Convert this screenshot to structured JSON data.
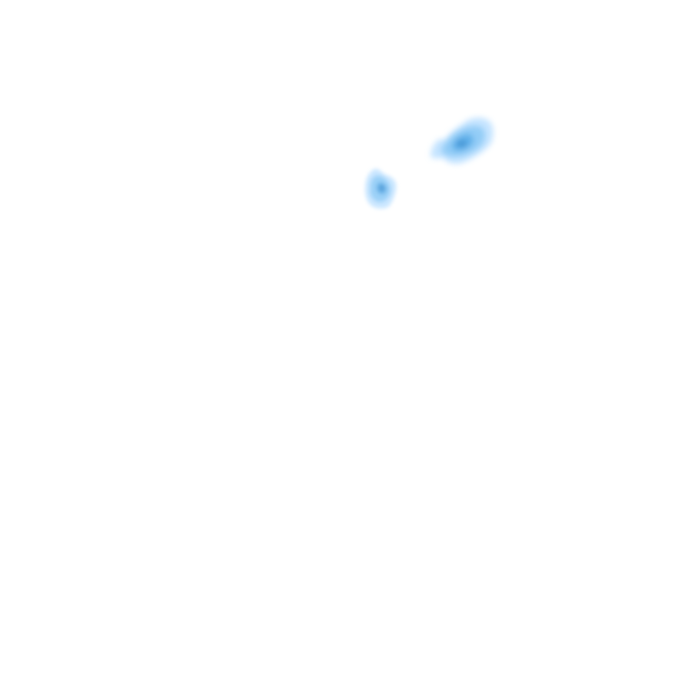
{
  "scene": {
    "background_color": "#ffffff",
    "description_visible_text": ""
  },
  "palette": {
    "light": "#bfe2ff",
    "mid": "#8ccaf7",
    "core": "#5aaeea",
    "center": "#3f94d6"
  },
  "blobs": [
    {
      "name": "upper-right-blob",
      "intensity": 0.95
    },
    {
      "name": "left-small-blob",
      "intensity": 0.85
    }
  ]
}
